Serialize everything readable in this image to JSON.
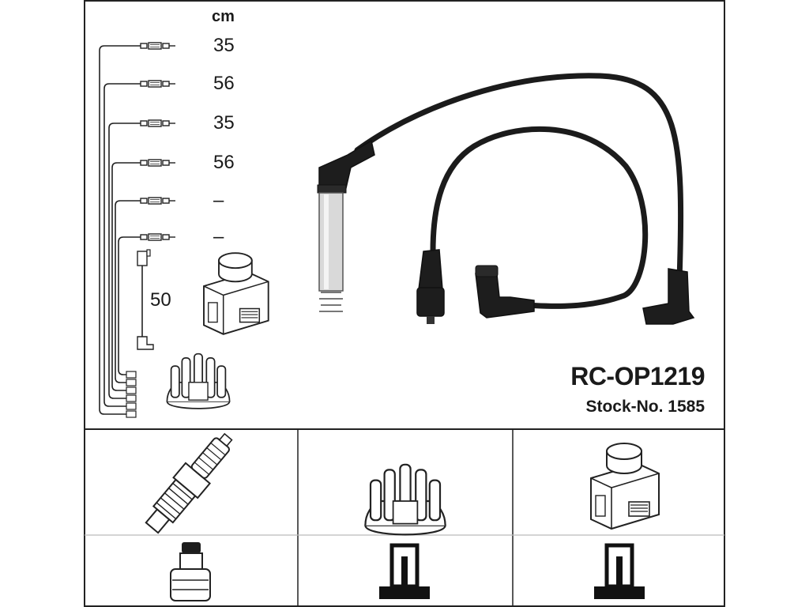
{
  "unit_label": "cm",
  "lengths": [
    "35",
    "56",
    "35",
    "56",
    "–",
    "–"
  ],
  "coil_lead_length": "50",
  "part_number": "RC-OP1219",
  "stock_number": "Stock-No. 1585"
}
